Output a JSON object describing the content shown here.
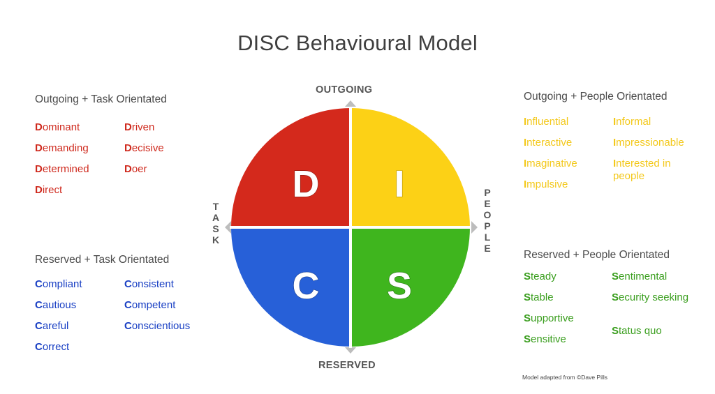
{
  "title": "DISC Behavioural Model",
  "axes": {
    "top": "OUTGOING",
    "bottom": "RESERVED",
    "left": "TASK",
    "right": "PEOPLE"
  },
  "quadrants": {
    "d": {
      "letter": "D",
      "color": "#d4291c"
    },
    "i": {
      "letter": "I",
      "color": "#fcd116"
    },
    "c": {
      "letter": "C",
      "color": "#2760d8"
    },
    "s": {
      "letter": "S",
      "color": "#3fb51e"
    }
  },
  "groups": {
    "outgoing_task": {
      "title": "Outgoing + Task Orientated",
      "color": "#cf2a1e",
      "col1": [
        {
          "first": "D",
          "rest": "ominant"
        },
        {
          "first": "D",
          "rest": "emanding"
        },
        {
          "first": "D",
          "rest": "etermined"
        },
        {
          "first": "D",
          "rest": "irect"
        }
      ],
      "col2": [
        {
          "first": "D",
          "rest": "riven"
        },
        {
          "first": "D",
          "rest": "ecisive"
        },
        {
          "first": "D",
          "rest": "oer"
        }
      ]
    },
    "outgoing_people": {
      "title": "Outgoing + People Orientated",
      "color": "#f3c81a",
      "col1": [
        {
          "first": "I",
          "rest": "nfluential"
        },
        {
          "first": "I",
          "rest": "nteractive"
        },
        {
          "first": "I",
          "rest": "maginative"
        },
        {
          "first": "I",
          "rest": "mpulsive"
        }
      ],
      "col2": [
        {
          "first": "I",
          "rest": "nformal"
        },
        {
          "first": "I",
          "rest": "mpressionable"
        },
        {
          "first": "I",
          "rest": "nterested in people"
        }
      ]
    },
    "reserved_task": {
      "title": "Reserved + Task Orientated",
      "color": "#1a40c4",
      "col1": [
        {
          "first": "C",
          "rest": "ompliant"
        },
        {
          "first": "C",
          "rest": "autious"
        },
        {
          "first": "C",
          "rest": "areful"
        },
        {
          "first": "C",
          "rest": "orrect"
        }
      ],
      "col2": [
        {
          "first": "C",
          "rest": "onsistent"
        },
        {
          "first": "C",
          "rest": "ompetent"
        },
        {
          "first": "C",
          "rest": "onscientious"
        }
      ]
    },
    "reserved_people": {
      "title": "Reserved + People Orientated",
      "color": "#3a9e1e",
      "col1": [
        {
          "first": "S",
          "rest": "teady"
        },
        {
          "first": "S",
          "rest": "table"
        },
        {
          "first": "S",
          "rest": "upportive"
        },
        {
          "first": "S",
          "rest": "ensitive"
        }
      ],
      "col2": [
        {
          "first": "S",
          "rest": "entimental"
        },
        {
          "first": "S",
          "rest": "ecurity seeking"
        },
        {
          "first": "S",
          "rest": "tatus quo"
        }
      ]
    }
  },
  "credit": "Model adapted from ©Dave Pills"
}
